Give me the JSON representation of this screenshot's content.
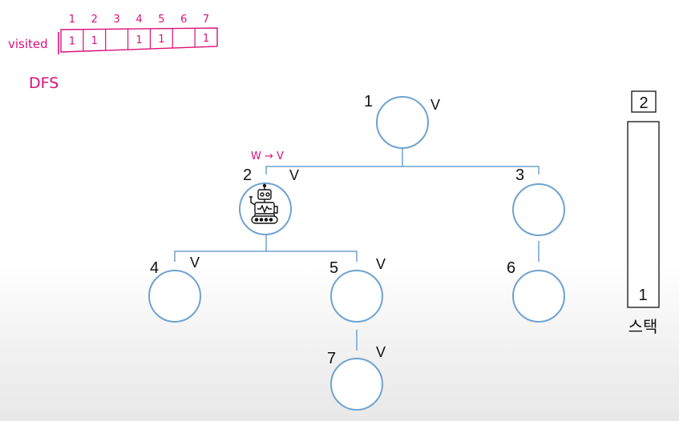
{
  "visited": {
    "label": "visited",
    "indices": [
      "1",
      "2",
      "3",
      "4",
      "5",
      "6",
      "7"
    ],
    "marks": [
      "1",
      "1",
      "",
      "1",
      "1",
      "",
      "1"
    ]
  },
  "algorithm_label": "DFS",
  "traverse_note": "W → V",
  "nodes": [
    {
      "id": "1",
      "visited_mark": "V"
    },
    {
      "id": "2",
      "visited_mark": "V"
    },
    {
      "id": "3",
      "visited_mark": ""
    },
    {
      "id": "4",
      "visited_mark": "V"
    },
    {
      "id": "5",
      "visited_mark": "V"
    },
    {
      "id": "6",
      "visited_mark": ""
    },
    {
      "id": "7",
      "visited_mark": "V"
    }
  ],
  "stack": {
    "top_label": "2",
    "items": [
      "1"
    ],
    "caption": "스택"
  },
  "colors": {
    "node_stroke": "#6fa3cf",
    "edge": "#6fa3cf",
    "handwriting": "#d8127a",
    "text": "#111111"
  },
  "icons": {
    "current_node": "robot-icon"
  }
}
